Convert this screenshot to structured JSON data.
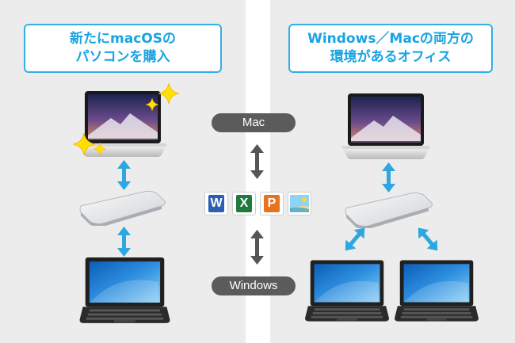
{
  "left_panel": {
    "callout_lines": [
      "新たにmacOSの",
      "パソコンを購入"
    ]
  },
  "right_panel": {
    "callout_lines": [
      "Windows／Macの両方の",
      "環境があるオフィス"
    ]
  },
  "center": {
    "mac_label": "Mac",
    "windows_label": "Windows",
    "app_icons": [
      {
        "name": "word-icon",
        "letter": "W",
        "color": "#2b5fb3"
      },
      {
        "name": "excel-icon",
        "letter": "X",
        "color": "#1f7a3d"
      },
      {
        "name": "powerpoint-icon",
        "letter": "P",
        "color": "#e8731f"
      },
      {
        "name": "photo-icon",
        "letter": "",
        "color": "#3aa6e0"
      }
    ]
  },
  "colors": {
    "accent": "#33aee8",
    "arrow_blue": "#2ea7e0",
    "panel_bg": "#ececec",
    "pill_bg": "#5b5b5b"
  }
}
